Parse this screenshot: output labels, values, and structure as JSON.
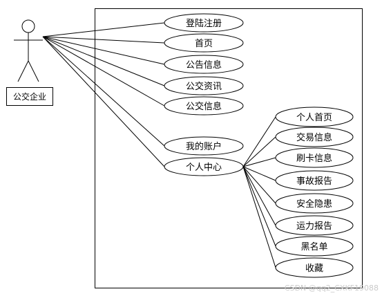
{
  "actor": {
    "label": "公交企业"
  },
  "use_cases": [
    {
      "id": "login",
      "label": "登陆注册"
    },
    {
      "id": "home",
      "label": "首页"
    },
    {
      "id": "notice",
      "label": "公告信息"
    },
    {
      "id": "bus-news",
      "label": "公交资讯"
    },
    {
      "id": "bus-info",
      "label": "公交信息"
    },
    {
      "id": "my-account",
      "label": "我的账户"
    },
    {
      "id": "personal-center",
      "label": "个人中心"
    }
  ],
  "sub_cases": [
    {
      "id": "personal-home",
      "label": "个人首页"
    },
    {
      "id": "trade-info",
      "label": "交易信息"
    },
    {
      "id": "card-info",
      "label": "刷卡信息"
    },
    {
      "id": "accident-report",
      "label": "事故报告"
    },
    {
      "id": "safety-hazard",
      "label": "安全隐患"
    },
    {
      "id": "transport-report",
      "label": "运力报告"
    },
    {
      "id": "blacklist",
      "label": "黑名单"
    },
    {
      "id": "favorites",
      "label": "收藏"
    }
  ],
  "watermark": "CSDN @qq2_CXKF19088"
}
